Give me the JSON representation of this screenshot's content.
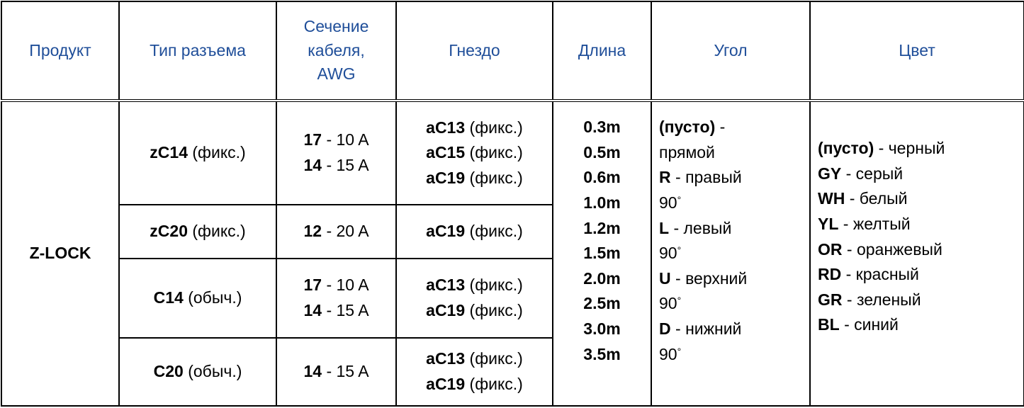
{
  "header": {
    "product": "Продукт",
    "connector_type": "Тип разъема",
    "cable_section": [
      "Сечение",
      "кабеля,",
      "AWG"
    ],
    "socket": "Гнездо",
    "length": "Длина",
    "angle": "Угол",
    "color": "Цвет"
  },
  "product_name": "Z-LOCK",
  "rows": [
    {
      "connector": {
        "code": "zC14",
        "note": "(фикс.)"
      },
      "awg": [
        {
          "gauge": "17",
          "current": "- 10 A"
        },
        {
          "gauge": "14",
          "current": "- 15 A"
        }
      ],
      "sockets": [
        {
          "code": "aC13",
          "note": "(фикс.)"
        },
        {
          "code": "aC15",
          "note": "(фикс.)"
        },
        {
          "code": "aC19",
          "note": "(фикс.)"
        }
      ]
    },
    {
      "connector": {
        "code": "zC20",
        "note": "(фикс.)"
      },
      "awg": [
        {
          "gauge": "12",
          "current": "- 20 A"
        }
      ],
      "sockets": [
        {
          "code": "aC19",
          "note": "(фикс.)"
        }
      ]
    },
    {
      "connector": {
        "code": "C14",
        "note": "(обыч.)"
      },
      "awg": [
        {
          "gauge": "17",
          "current": "- 10 A"
        },
        {
          "gauge": "14",
          "current": "- 15 A"
        }
      ],
      "sockets": [
        {
          "code": "aC13",
          "note": "(фикс.)"
        },
        {
          "code": "aC19",
          "note": "(фикс.)"
        }
      ]
    },
    {
      "connector": {
        "code": "C20",
        "note": "(обыч.)"
      },
      "awg": [
        {
          "gauge": "14",
          "current": "- 15 A"
        }
      ],
      "sockets": [
        {
          "code": "aC13",
          "note": "(фикс.)"
        },
        {
          "code": "aC19",
          "note": "(фикс.)"
        }
      ]
    }
  ],
  "lengths": [
    "0.3m",
    "0.5m",
    "0.6m",
    "1.0m",
    "1.2m",
    "1.5m",
    "2.0m",
    "2.5m",
    "3.0m",
    "3.5m"
  ],
  "angles": [
    {
      "code": "(пусто)",
      "text": "-",
      "cont": "прямой",
      "deg": ""
    },
    {
      "code": "R",
      "text": "- правый",
      "cont": "90",
      "deg": "°"
    },
    {
      "code": "L",
      "text": "-  левый",
      "cont": "90",
      "deg": "°"
    },
    {
      "code": "U",
      "text": "- верхний",
      "cont": "90",
      "deg": "°"
    },
    {
      "code": "D",
      "text": "- нижний",
      "cont": "90",
      "deg": "°"
    }
  ],
  "colors": [
    {
      "code": "(пусто)",
      "name": "- черный"
    },
    {
      "code": "GY",
      "name": "- серый"
    },
    {
      "code": "WH",
      "name": "- белый"
    },
    {
      "code": "YL",
      "name": "- желтый"
    },
    {
      "code": "OR",
      "name": "- оранжевый"
    },
    {
      "code": "RD",
      "name": "- красный"
    },
    {
      "code": "GR",
      "name": "- зеленый"
    },
    {
      "code": "BL",
      "name": "- синий"
    }
  ],
  "theme": {
    "header_text_color": "#1f4e99",
    "border_color": "#000000"
  }
}
